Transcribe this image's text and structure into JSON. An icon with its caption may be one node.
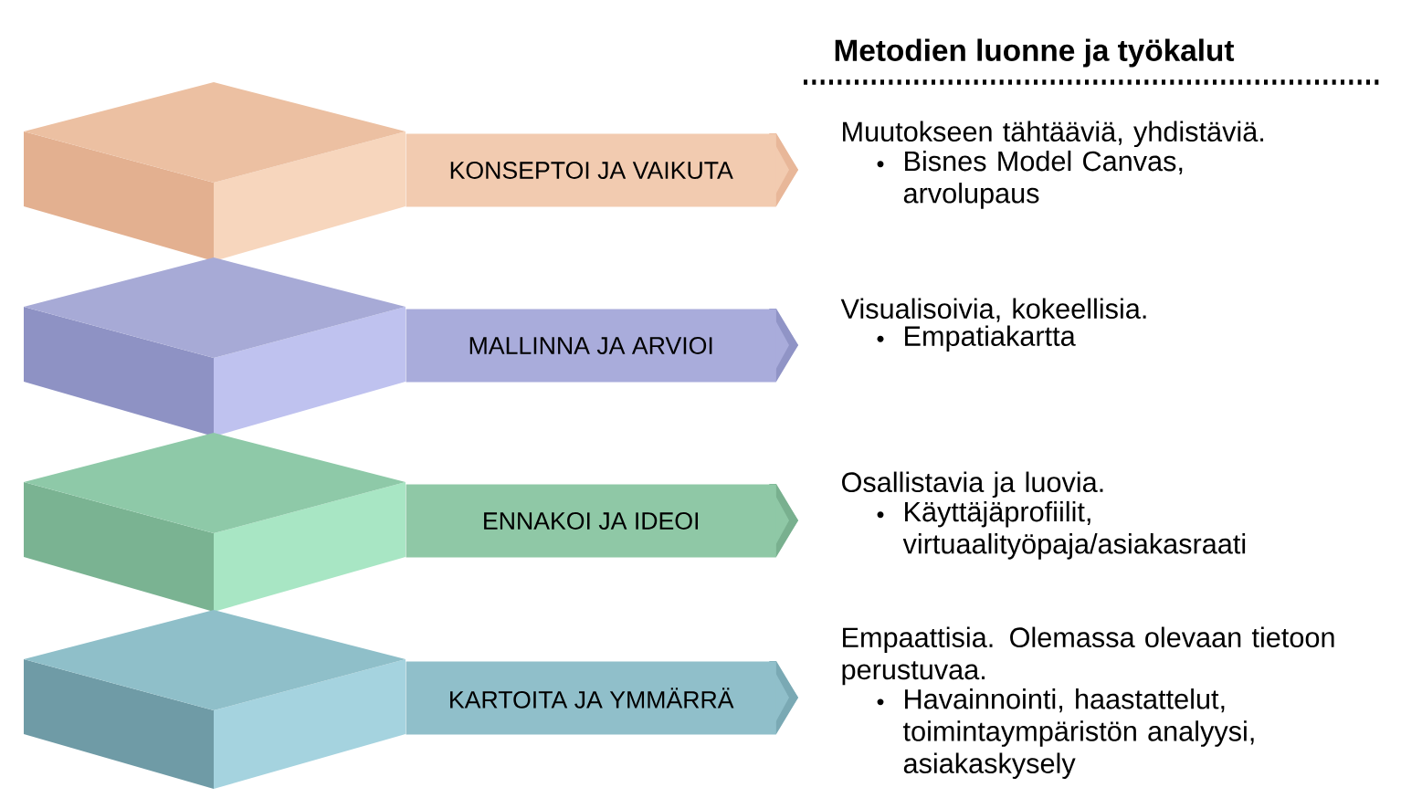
{
  "diagram": {
    "title": "Metodien luonne ja työkalut",
    "nodes": [
      {
        "text": [
          "KONSEPTOI JA VAIKUTA"
        ]
      },
      {
        "text": [
          "MALLINNA JA ARVIOI"
        ]
      },
      {
        "text": [
          "ENNAKOI JA IDEOI"
        ]
      },
      {
        "text": [
          "KARTOITA JA YMMÄRRÄ"
        ]
      }
    ],
    "labels": [
      "Muutokseen tähtääviä, yhdistäviä.",
      "Bisnes Model Canvas, arvolupaus",
      "Visualisoivia, kokeellisia.",
      "Empatiakartta",
      "Osallistavia ja luovia.",
      "Käyttäjäprofiilit, virtuaalityöpaja/asiakasraati",
      "Empaattisia. Olemassa olevaan tietoon perustuvaa.",
      "Havainnointi, haastattelut, toimintaympäristön analyysi, asiakaskysely"
    ]
  }
}
